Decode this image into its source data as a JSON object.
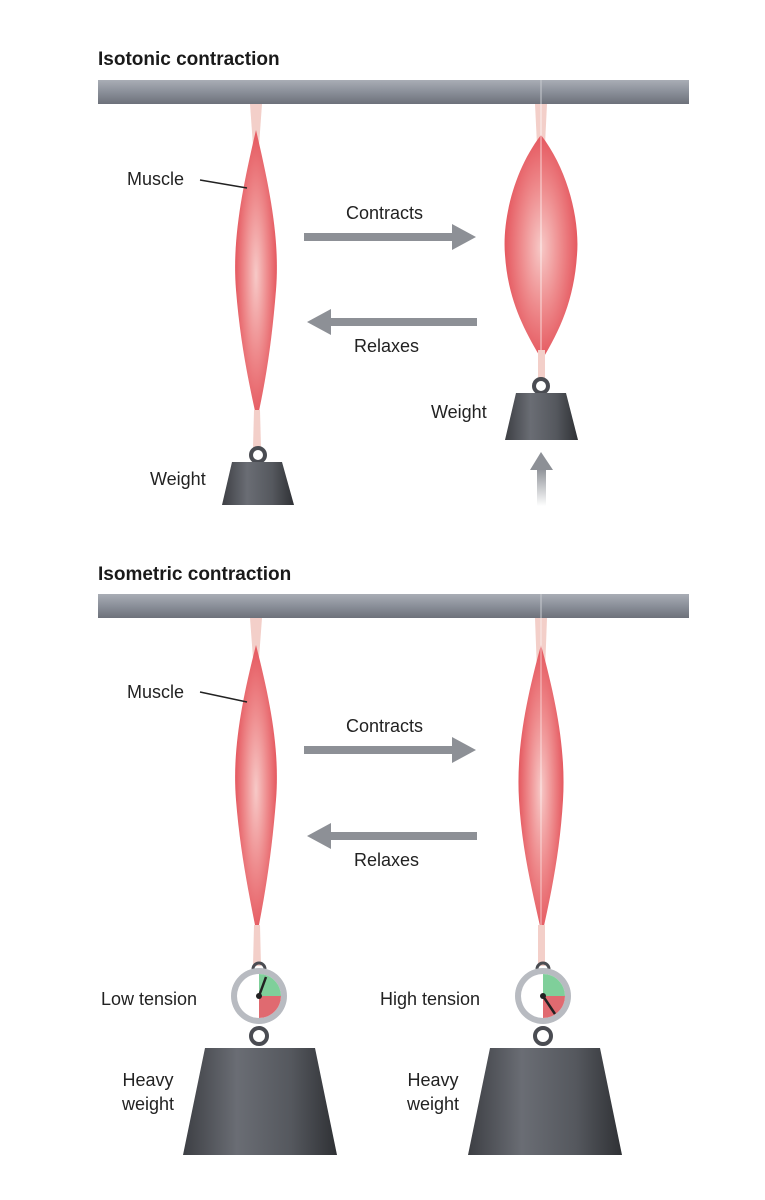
{
  "isotonic": {
    "heading": "Isotonic contraction",
    "muscle_label": "Muscle",
    "contracts_label": "Contracts",
    "relaxes_label": "Relaxes",
    "weight_left_label": "Weight",
    "weight_right_label": "Weight"
  },
  "isometric": {
    "heading": "Isometric contraction",
    "muscle_label": "Muscle",
    "contracts_label": "Contracts",
    "relaxes_label": "Relaxes",
    "low_tension_label": "Low tension",
    "high_tension_label": "High tension",
    "heavy_weight_left_label": "Heavy\nweight",
    "heavy_weight_right_label": "Heavy\nweight"
  },
  "colors": {
    "bar": "#8a8f99",
    "muscle": "#e8626a",
    "muscle_light": "#f6c3c2",
    "arrow": "#8d9096",
    "weight": "#4a4c52",
    "gauge_green": "#7fcf9a",
    "gauge_red": "#e06a70"
  }
}
